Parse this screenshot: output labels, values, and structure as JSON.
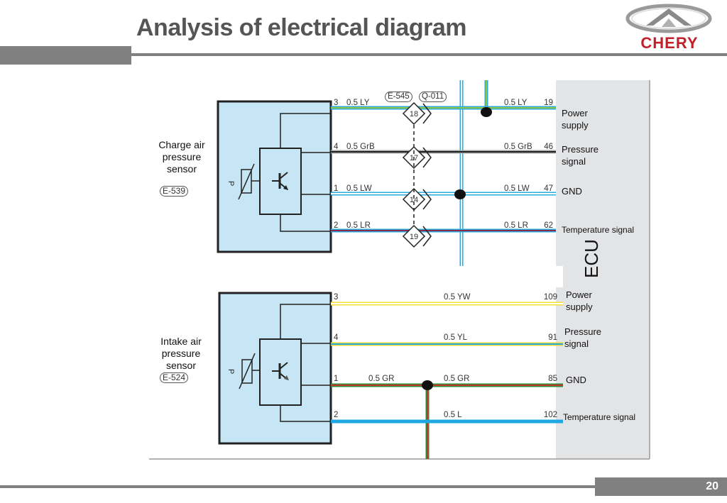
{
  "header": {
    "title": "Analysis of electrical diagram",
    "brand": "CHERY"
  },
  "footer": {
    "page_number": "20"
  },
  "colors": {
    "accent_gray": "#808080",
    "brand_red": "#c0202c",
    "sensor_fill": "#c6e6f6",
    "ecu_fill": "#e3e4e6"
  },
  "ecu": {
    "label": "ECU"
  },
  "sensors": [
    {
      "name": "Charge air pressure sensor",
      "name_lines": [
        "Charge air",
        "pressure",
        "sensor"
      ],
      "connector": "E-539",
      "intermediate_connectors": [
        "E-545",
        "Q-011"
      ],
      "wires": [
        {
          "pin": "3",
          "spec": "0.5 LY",
          "ecu_pin": "19",
          "function": "Power supply",
          "function_lines": [
            "Power",
            "supply"
          ],
          "inline_pin": "18",
          "colors": [
            "#8dc63f",
            "#29abe2"
          ]
        },
        {
          "pin": "4",
          "spec": "0.5 GrB",
          "ecu_pin": "46",
          "function": "Pressure signal",
          "function_lines": [
            "Pressure",
            "signal"
          ],
          "inline_pin": "17",
          "colors": [
            "#222222",
            "#a0a0a0"
          ]
        },
        {
          "pin": "1",
          "spec": "0.5 LW",
          "ecu_pin": "47",
          "function": "GND",
          "function_lines": [
            "GND"
          ],
          "inline_pin": "14",
          "colors": [
            "#ffffff",
            "#29abe2"
          ]
        },
        {
          "pin": "2",
          "spec": "0.5 LR",
          "ecu_pin": "62",
          "function": "Temperature signal",
          "function_lines": [
            "Temperature signal"
          ],
          "inline_pin": "19",
          "colors": [
            "#8b2a4a",
            "#29abe2"
          ]
        }
      ]
    },
    {
      "name": "Intake air pressure sensor",
      "name_lines": [
        "Intake air",
        "pressure",
        "sensor"
      ],
      "connector": "E-524",
      "wires": [
        {
          "pin": "3",
          "spec": "0.5 YW",
          "ecu_pin": "109",
          "function": "Power supply",
          "function_lines": [
            "Power",
            "supply"
          ],
          "colors": [
            "#ffffff",
            "#f3e23a"
          ]
        },
        {
          "pin": "4",
          "spec": "0.5 YL",
          "ecu_pin": "91",
          "function": "Pressure signal",
          "function_lines": [
            "Pressure",
            "signal"
          ],
          "colors": [
            "#29abe2",
            "#e8d83a"
          ]
        },
        {
          "pin": "1",
          "spec_left": "0.5 GR",
          "spec": "0.5 GR",
          "ecu_pin": "85",
          "function": "GND",
          "function_lines": [
            "GND"
          ],
          "colors": [
            "#c0392b",
            "#2e8b3a"
          ]
        },
        {
          "pin": "2",
          "spec": "0.5 L",
          "ecu_pin": "102",
          "function": "Temperature signal",
          "function_lines": [
            "Temperature signal"
          ],
          "colors": [
            "#1ea7e1",
            "#1ea7e1"
          ]
        }
      ]
    }
  ]
}
